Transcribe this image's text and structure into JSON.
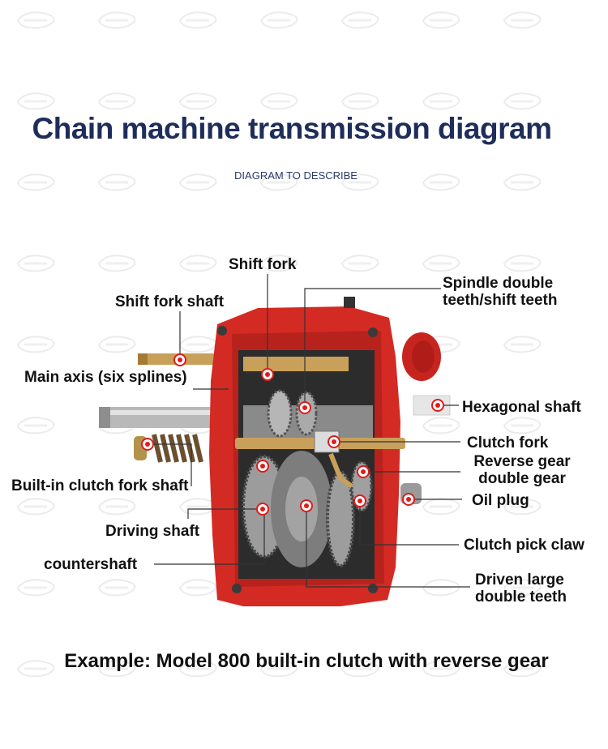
{
  "header": {
    "title": "Chain machine transmission diagram",
    "subtitle": "DIAGRAM TO DESCRIBE"
  },
  "labels": {
    "shift_fork": "Shift fork",
    "shift_fork_shaft": "Shift fork shaft",
    "spindle_double_teeth": "Spindle double teeth/shift teeth",
    "main_axis": "Main axis (six splines)",
    "hexagonal_shaft": "Hexagonal shaft",
    "clutch_fork": "Clutch fork",
    "reverse_gear": "Reverse gear double gear",
    "builtin_clutch_fork_shaft": "Built-in clutch fork shaft",
    "oil_plug": "Oil plug",
    "driving_shaft": "Driving shaft",
    "clutch_pick_claw": "Clutch pick claw",
    "countershaft": "countershaft",
    "driven_large_teeth": "Driven large double teeth"
  },
  "footer": {
    "example": "Example: Model 800 built-in clutch with reverse gear"
  },
  "colors": {
    "title": "#1f2d5a",
    "housing_red": "#d42a24",
    "leader_line": "#333333",
    "marker": "#e01b1b"
  }
}
